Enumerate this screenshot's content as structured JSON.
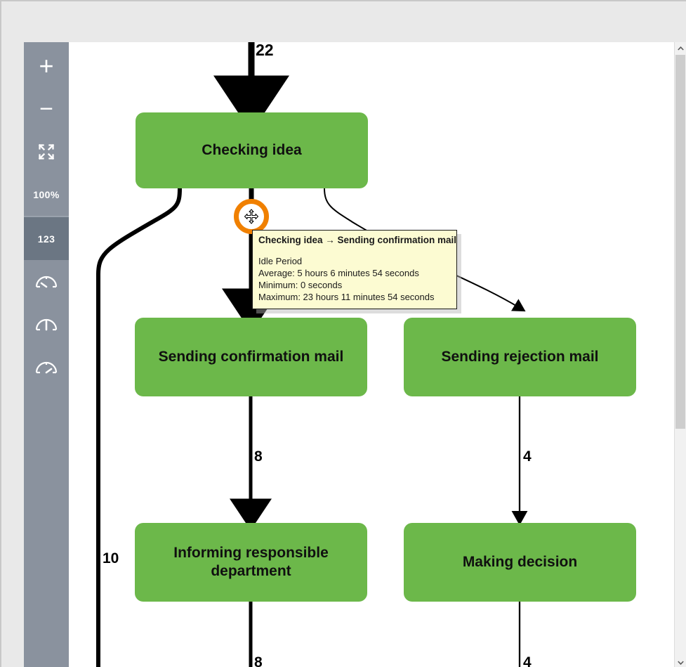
{
  "toolbar": {
    "buttons": [
      {
        "name": "zoom-in",
        "icon": "plus-icon",
        "label": "+"
      },
      {
        "name": "zoom-out",
        "icon": "minus-icon",
        "label": "−"
      },
      {
        "name": "fit-screen",
        "icon": "fit-screen-icon",
        "label": ""
      },
      {
        "name": "zoom-level",
        "icon": "zoom-percent-label",
        "label": "100%"
      },
      {
        "name": "metric-frequency",
        "icon": "numbers-123-icon",
        "label": "123",
        "active": true
      },
      {
        "name": "metric-gauge-low",
        "icon": "gauge-left-icon",
        "label": ""
      },
      {
        "name": "metric-gauge-mid",
        "icon": "gauge-up-icon",
        "label": ""
      },
      {
        "name": "metric-gauge-high",
        "icon": "gauge-right-icon",
        "label": ""
      }
    ]
  },
  "diagram": {
    "nodes": [
      {
        "id": "checking-idea",
        "label": "Checking idea"
      },
      {
        "id": "sending-confirmation-mail",
        "label": "Sending confirmation mail"
      },
      {
        "id": "sending-rejection-mail",
        "label": "Sending rejection mail"
      },
      {
        "id": "informing-responsible-department",
        "label": "Informing responsible department"
      },
      {
        "id": "making-decision",
        "label": "Making decision"
      }
    ],
    "edge_labels": [
      {
        "id": "start-to-checking-idea",
        "value": "22"
      },
      {
        "id": "checking-idea-to-far-left",
        "value": "10"
      },
      {
        "id": "confirmation-to-informing",
        "value": "8"
      },
      {
        "id": "rejection-to-making-decision",
        "value": "4"
      },
      {
        "id": "informing-outgoing",
        "value": "8"
      },
      {
        "id": "making-decision-outgoing",
        "value": "4"
      }
    ],
    "node_color": "#6cb84a"
  },
  "tooltip": {
    "title": "Checking idea → Sending confirmation mail",
    "metric": "Idle Period",
    "average": "Average: 5 hours 6 minutes 54 seconds",
    "minimum": "Minimum: 0 seconds",
    "maximum": "Maximum: 23 hours 11 minutes 54 seconds"
  },
  "scrollbar": {
    "up_glyph": "▲",
    "down_glyph": "▼"
  }
}
